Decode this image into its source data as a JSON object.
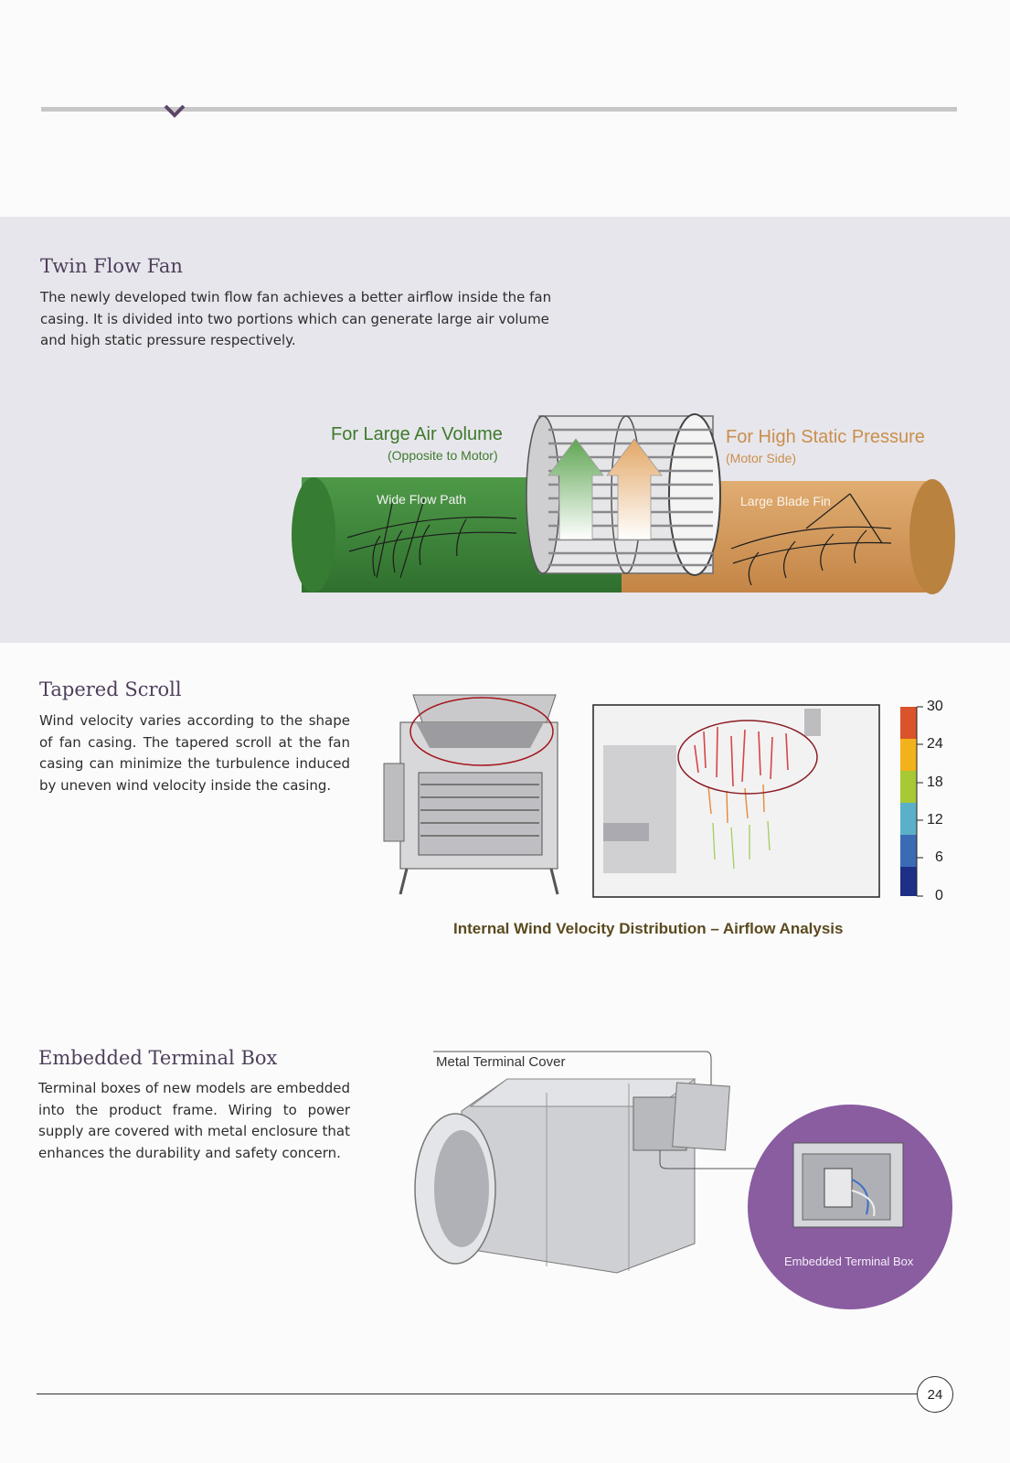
{
  "header": {
    "chevron_icon": "chevron-down-icon"
  },
  "twin_flow": {
    "title": "Twin Flow Fan",
    "body": "The newly developed twin flow fan achieves a better airflow inside the fan casing. It is divided into two portions which can generate large air volume and high static pressure respectively.",
    "left_label": "For Large Air Volume",
    "left_sub": "(Opposite to Motor)",
    "right_label": "For High Static Pressure",
    "right_sub": "(Motor Side)",
    "wide_flow": "Wide Flow Path",
    "blade_fin": "Large Blade Fin",
    "colors": {
      "left": "#3f8a3c",
      "right": "#d39a5c"
    }
  },
  "tapered": {
    "title": "Tapered Scroll",
    "body": "Wind velocity varies according to the shape of fan casing. The tapered scroll at the fan casing can minimize the turbulence induced by uneven wind velocity inside the casing.",
    "caption": "Internal Wind Velocity Distribution – Airflow Analysis",
    "scale_labels": [
      "30",
      "24",
      "18",
      "12",
      "6",
      "0"
    ]
  },
  "terminal": {
    "title": "Embedded Terminal Box",
    "body": "Terminal boxes of new models are embedded into the product frame. Wiring to power supply are covered with metal enclosure that enhances the durability and safety concern.",
    "cover_label": "Metal Terminal Cover",
    "box_label": "Embedded Terminal Box",
    "accent": "#8a5ca0"
  },
  "footer": {
    "page_number": "24"
  }
}
